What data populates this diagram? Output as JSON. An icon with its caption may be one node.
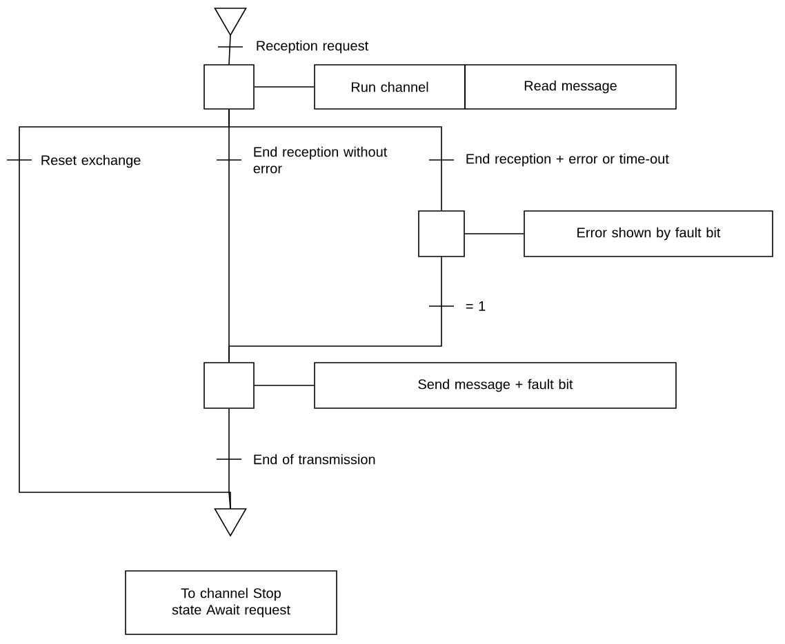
{
  "diagram": {
    "nodes": [
      {
        "text": [],
        "shape": "triangle"
      },
      {
        "text": [],
        "shape": "box"
      },
      {
        "text": [
          "Run channel"
        ]
      },
      {
        "text": [
          "Read message"
        ]
      },
      {
        "text": [],
        "shape": "box"
      },
      {
        "text": [
          "Error shown by fault bit"
        ]
      },
      {
        "text": [],
        "shape": "box"
      },
      {
        "text": [
          "Send message + fault bit"
        ]
      },
      {
        "text": [],
        "shape": "triangle"
      },
      {
        "text": [
          "To channel Stop state Await request"
        ]
      }
    ],
    "edges": [
      {
        "from": 0,
        "to": 1,
        "arrow": "none",
        "label": "Reception request"
      },
      {
        "from": 1,
        "to": 2,
        "arrow": "none"
      },
      {
        "from": 1,
        "to": 8,
        "arrow": "none",
        "label": "Reset exchange"
      },
      {
        "from": 1,
        "to": 6,
        "arrow": "none",
        "label": "End reception without error"
      },
      {
        "from": 1,
        "to": 4,
        "arrow": "none",
        "label": "End reception + error or time-out"
      },
      {
        "from": 4,
        "to": 5,
        "arrow": "none"
      },
      {
        "from": 4,
        "to": 6,
        "arrow": "none",
        "label": "= 1"
      },
      {
        "from": 6,
        "to": 7,
        "arrow": "none"
      },
      {
        "from": 6,
        "to": 8,
        "arrow": "none",
        "label": "End of transmission"
      }
    ]
  }
}
